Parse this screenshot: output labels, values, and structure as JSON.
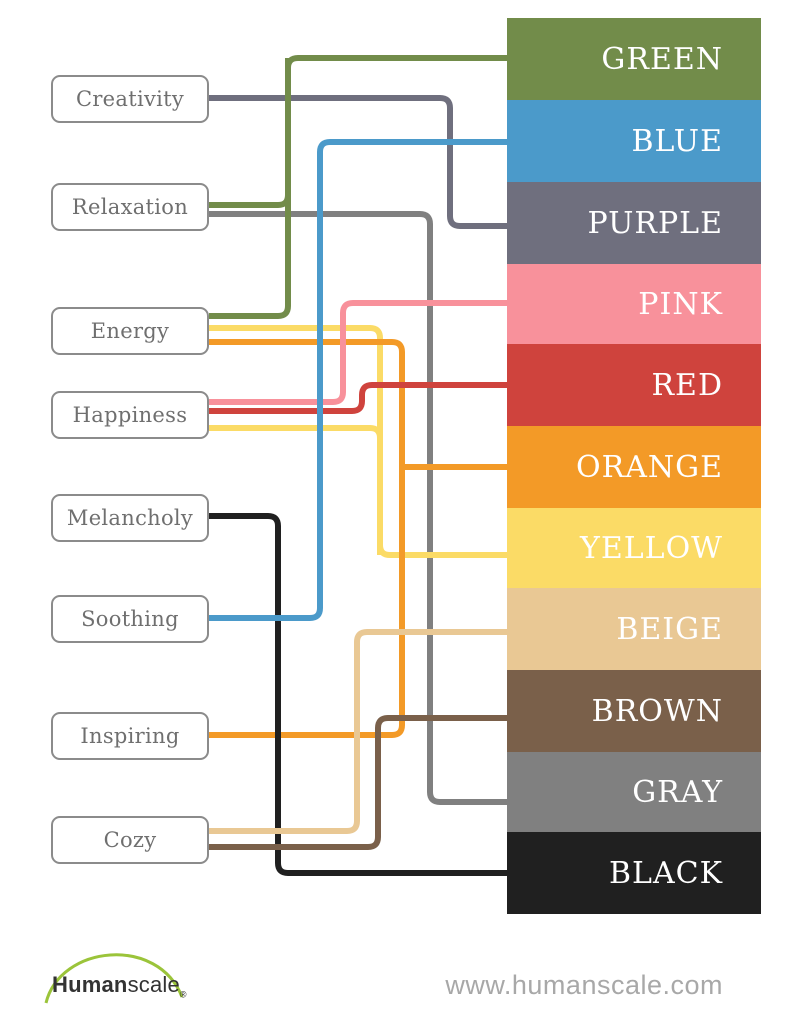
{
  "emotions": [
    {
      "id": "creativity",
      "label": "Creativity"
    },
    {
      "id": "relaxation",
      "label": "Relaxation"
    },
    {
      "id": "energy",
      "label": "Energy"
    },
    {
      "id": "happiness",
      "label": "Happiness"
    },
    {
      "id": "melancholy",
      "label": "Melancholy"
    },
    {
      "id": "soothing",
      "label": "Soothing"
    },
    {
      "id": "inspiring",
      "label": "Inspiring"
    },
    {
      "id": "cozy",
      "label": "Cozy"
    }
  ],
  "colors": [
    {
      "id": "green",
      "label": "GREEN",
      "hex": "#728c4a"
    },
    {
      "id": "blue",
      "label": "BLUE",
      "hex": "#4b9aca"
    },
    {
      "id": "purple",
      "label": "PURPLE",
      "hex": "#6f6f7e"
    },
    {
      "id": "pink",
      "label": "PINK",
      "hex": "#f8919b"
    },
    {
      "id": "red",
      "label": "RED",
      "hex": "#cf433d"
    },
    {
      "id": "orange",
      "label": "ORANGE",
      "hex": "#f39a27"
    },
    {
      "id": "yellow",
      "label": "YELLOW",
      "hex": "#fbdb66"
    },
    {
      "id": "beige",
      "label": "BEIGE",
      "hex": "#e9c894"
    },
    {
      "id": "brown",
      "label": "BROWN",
      "hex": "#7a604a"
    },
    {
      "id": "gray",
      "label": "GRAY",
      "hex": "#808080"
    },
    {
      "id": "black",
      "label": "BLACK",
      "hex": "#202020"
    }
  ],
  "connections": [
    {
      "from": "creativity",
      "to": "purple"
    },
    {
      "from": "relaxation",
      "to": "green"
    },
    {
      "from": "relaxation",
      "to": "gray"
    },
    {
      "from": "energy",
      "to": "green"
    },
    {
      "from": "energy",
      "to": "yellow"
    },
    {
      "from": "energy",
      "to": "orange"
    },
    {
      "from": "happiness",
      "to": "pink"
    },
    {
      "from": "happiness",
      "to": "red"
    },
    {
      "from": "happiness",
      "to": "yellow"
    },
    {
      "from": "melancholy",
      "to": "black"
    },
    {
      "from": "soothing",
      "to": "blue"
    },
    {
      "from": "inspiring",
      "to": "orange"
    },
    {
      "from": "cozy",
      "to": "beige"
    },
    {
      "from": "cozy",
      "to": "brown"
    }
  ],
  "brand": {
    "name_bold": "Human",
    "name_regular": "scale",
    "mark": "®",
    "logo_color": "#9bc43a"
  },
  "website": "www.humanscale.com"
}
